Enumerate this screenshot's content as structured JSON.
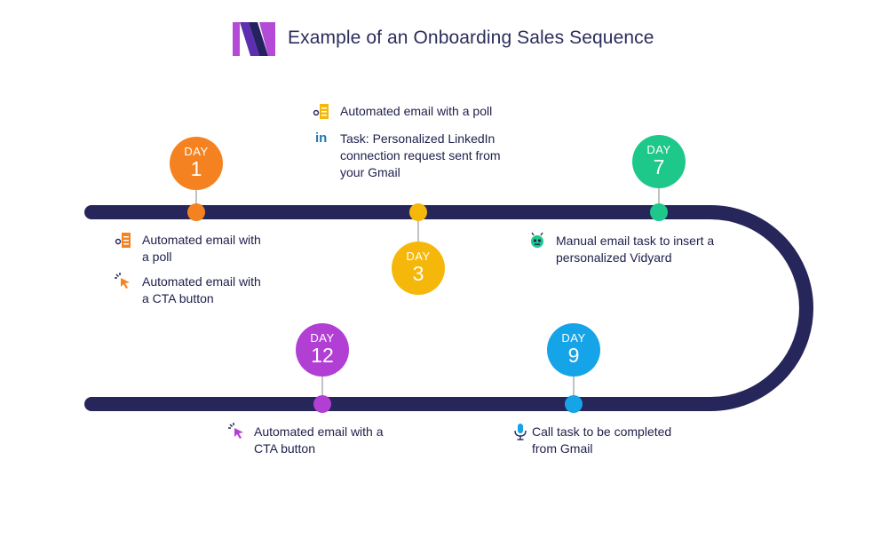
{
  "header": {
    "title": "Example of an Onboarding Sales Sequence",
    "logo_colors": [
      "#b44bd6",
      "#5c2fb0",
      "#26225f"
    ]
  },
  "track_color": "#26265a",
  "days": [
    {
      "label": "DAY",
      "number": "1",
      "color": "#f58220",
      "position": "above"
    },
    {
      "label": "DAY",
      "number": "3",
      "color": "#f5b80a",
      "position": "below"
    },
    {
      "label": "DAY",
      "number": "7",
      "color": "#1ec88a",
      "position": "above"
    },
    {
      "label": "DAY",
      "number": "9",
      "color": "#16a4e8",
      "position": "above"
    },
    {
      "label": "DAY",
      "number": "12",
      "color": "#b13fd4",
      "position": "above"
    }
  ],
  "tasks": {
    "day1_poll": {
      "text_line1": "Automated email with",
      "text_line2": "a poll",
      "icon": "poll-icon",
      "icon_color": "#f58220"
    },
    "day1_cta": {
      "text_line1": "Automated email with",
      "text_line2": "a CTA button",
      "icon": "cursor-click-icon",
      "icon_color": "#f58220"
    },
    "day3_poll": {
      "text_line1": "Automated email with a poll",
      "icon": "poll-icon",
      "icon_color": "#f5b80a"
    },
    "day3_linkedin": {
      "text_line1": "Task: Personalized LinkedIn",
      "text_line2": "connection request sent from",
      "text_line3": "your Gmail",
      "icon": "linkedin-icon",
      "icon_color": "#1a78b4"
    },
    "day7_vidyard": {
      "text_line1": "Manual email task to insert a",
      "text_line2": "personalized Vidyard",
      "icon": "vidyard-robot-icon",
      "icon_color": "#1ec88a"
    },
    "day9_call": {
      "text_line1": "Call task to be completed",
      "text_line2": "from Gmail",
      "icon": "microphone-icon",
      "icon_color": "#16a4e8"
    },
    "day12_cta": {
      "text_line1": "Automated email with a",
      "text_line2": "CTA button",
      "icon": "cursor-click-icon",
      "icon_color": "#b13fd4"
    }
  }
}
